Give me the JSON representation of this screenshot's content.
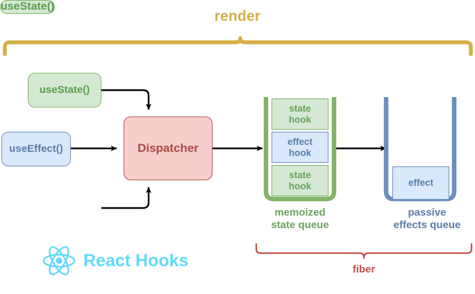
{
  "diagram": {
    "title_top_bracket": "render",
    "bottom_bracket": "fiber",
    "nodes": {
      "usestate_top": "useState()",
      "useeffect": "useEffect()",
      "usestate_bottom": "useState()",
      "dispatcher": "Dispatcher"
    },
    "memoized_queue": {
      "caption_line1": "memoized",
      "caption_line2": "state queue",
      "slots": [
        {
          "label_line1": "state",
          "label_line2": "hook",
          "kind": "state"
        },
        {
          "label_line1": "effect",
          "label_line2": "hook",
          "kind": "effect"
        },
        {
          "label_line1": "state",
          "label_line2": "hook",
          "kind": "state"
        }
      ]
    },
    "passive_queue": {
      "caption_line1": "passive",
      "caption_line2": "effects queue",
      "slots": [
        {
          "label": "effect",
          "kind": "effect"
        }
      ]
    },
    "branding": {
      "logo_name": "react-logo-icon",
      "text": "React Hooks"
    },
    "colors": {
      "green_fill": "#d5e8d4",
      "green_stroke": "#82b366",
      "blue_fill": "#dae8fc",
      "blue_stroke": "#6c8ebf",
      "red_fill": "#f8cecc",
      "red_stroke": "#b85450",
      "render_bracket": "#d4af47",
      "fiber_bracket": "#c0504d",
      "react_cyan": "#61dafb",
      "arrow": "#000000",
      "background": "#ffffff"
    }
  }
}
